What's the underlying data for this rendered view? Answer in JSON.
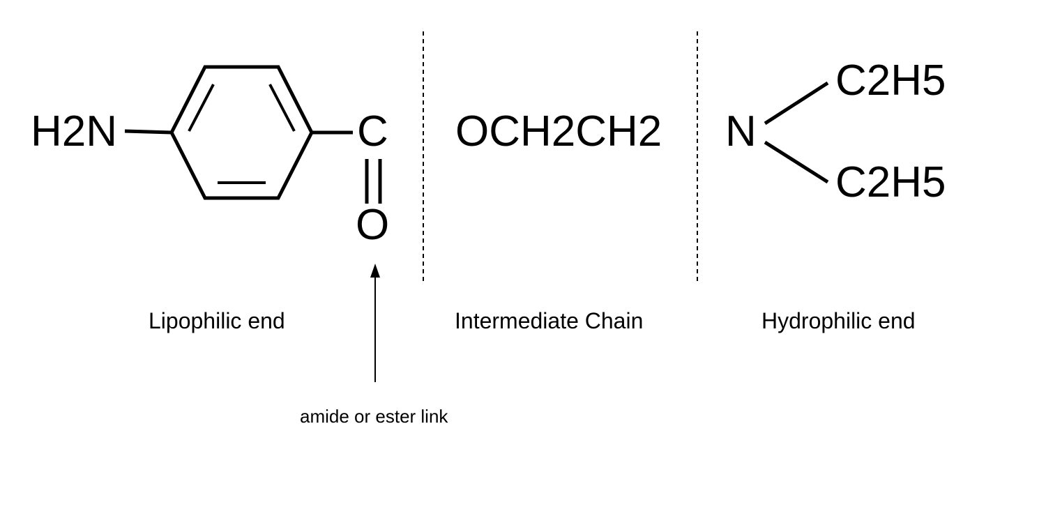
{
  "diagram": {
    "background_color": "#ffffff",
    "ink_color": "#000000",
    "molecule": {
      "amine_group": "H2N",
      "carbonyl_carbon": "C",
      "carbonyl_oxygen": "O",
      "intermediate_chain_formula": "OCH2CH2",
      "amine_nitrogen": "N",
      "ethyl_top": "C2H5",
      "ethyl_bottom": "C2H5"
    },
    "sections": [
      {
        "label": "Lipophilic end"
      },
      {
        "label": "Intermediate Chain"
      },
      {
        "label": "Hydrophilic end"
      }
    ],
    "annotation": {
      "label": "amide or ester link"
    }
  }
}
